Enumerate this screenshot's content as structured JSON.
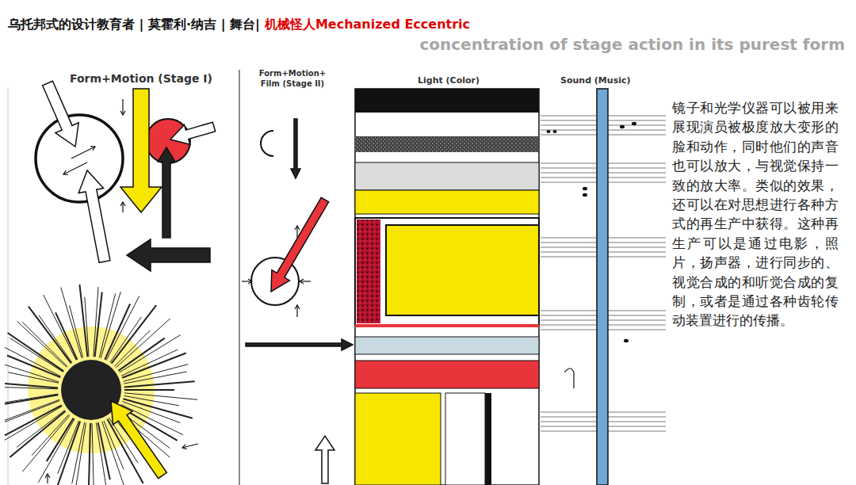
{
  "diagram": {
    "title": "乌托邦式的设计教育者 | 莫霍利·纳吉 | 舞台|",
    "labels": [
      "机械怪人Mechanized Eccentric",
      "concentration of stage action in its purest form",
      "Form+Motion (Stage I)",
      "Form+Motion+ Film (Stage II)",
      "Light (Color)",
      "Sound (Music)",
      "镜子和光学仪器可以被用来展现演员被极度放大变形的脸和动作，同时他们的声音也可以放大，与视觉保持一致的放大率。类似的效果，还可以在对思想进行各种方式的再生产中获得。这种再生产可以是通过电影，照片，扬声器，进行同步的、视觉合成的和听觉合成的复制，或者是通过各种齿轮传动装置进行的传播。"
    ]
  }
}
